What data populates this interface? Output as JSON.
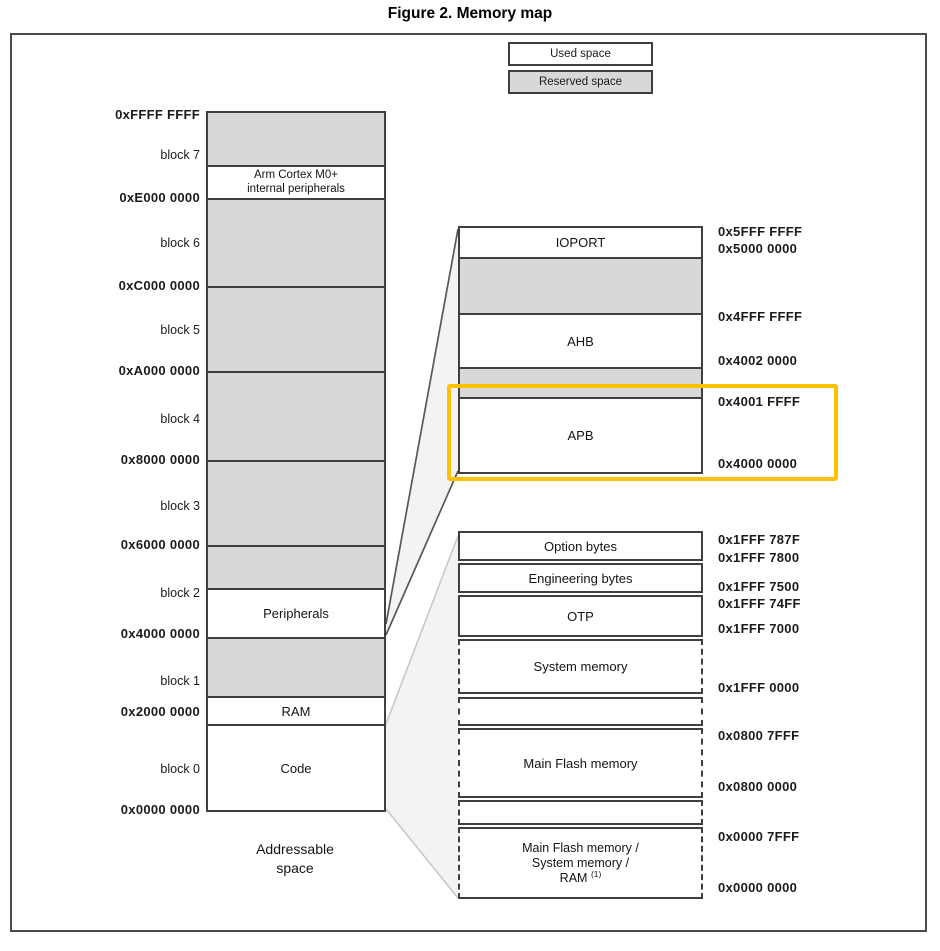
{
  "title": "Figure 2. Memory map",
  "legend": {
    "used_label": "Used space",
    "reserved_label": "Reserved space"
  },
  "colors": {
    "reserved_fill": "#d8d8d8",
    "used_fill": "#ffffff",
    "border": "#3f3f3f",
    "highlight_orange": "#fdc101",
    "connector_fill": "#f3f3f3"
  },
  "address_space": {
    "caption": "Addressable space",
    "left_labels": [
      {
        "text": "0xFFFF FFFF",
        "kind": "address"
      },
      {
        "text": "block 7",
        "kind": "block"
      },
      {
        "text": "0xE000 0000",
        "kind": "address"
      },
      {
        "text": "block 6",
        "kind": "block"
      },
      {
        "text": "0xC000 0000",
        "kind": "address"
      },
      {
        "text": "block 5",
        "kind": "block"
      },
      {
        "text": "0xA000 0000",
        "kind": "address"
      },
      {
        "text": "block 4",
        "kind": "block"
      },
      {
        "text": "0x8000 0000",
        "kind": "address"
      },
      {
        "text": "block 3",
        "kind": "block"
      },
      {
        "text": "0x6000 0000",
        "kind": "address"
      },
      {
        "text": "block 2",
        "kind": "block"
      },
      {
        "text": "0x4000 0000",
        "kind": "address"
      },
      {
        "text": "block 1",
        "kind": "block"
      },
      {
        "text": "0x2000 0000",
        "kind": "address"
      },
      {
        "text": "block 0",
        "kind": "block"
      },
      {
        "text": "0x0000 0000",
        "kind": "address"
      }
    ],
    "segments": {
      "cortex_line1": "Arm Cortex M0+",
      "cortex_line2": "internal peripherals",
      "peripherals": "Peripherals",
      "ram": "RAM",
      "code": "Code"
    }
  },
  "peripherals_detail": {
    "rows": {
      "ioport": "IOPORT",
      "ahb": "AHB",
      "apb": "APB"
    },
    "addresses": [
      "0x5FFF FFFF",
      "0x5000 0000",
      "0x4FFF FFFF",
      "0x4002 0000",
      "0x4001 FFFF",
      "0x4000 0000"
    ]
  },
  "code_detail": {
    "rows": {
      "option_bytes": "Option bytes",
      "engineering_bytes": "Engineering bytes",
      "otp": "OTP",
      "system_memory": "System memory",
      "main_flash": "Main Flash memory"
    },
    "combined_row": {
      "line1": "Main Flash memory /",
      "line2": "System memory /",
      "line3": "RAM",
      "footnote": "(1)"
    },
    "addresses": [
      "0x1FFF 787F",
      "0x1FFF 7800",
      "0x1FFF 7500",
      "0x1FFF 74FF",
      "0x1FFF 7000",
      "0x1FFF 0000",
      "0x0800 7FFF",
      "0x0800 0000",
      "0x0000 7FFF",
      "0x0000 0000"
    ]
  }
}
